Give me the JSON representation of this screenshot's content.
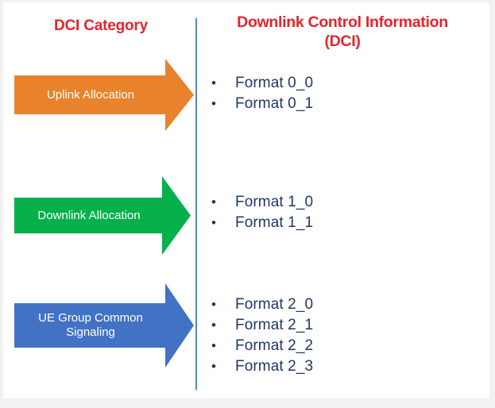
{
  "headers": {
    "left": "DCI Category",
    "right_line1": "Downlink Control Information",
    "right_line2": "(DCI)"
  },
  "colors": {
    "header_red": "#E8232A",
    "divider_blue": "#5B84C4",
    "text_navy": "#1F3864",
    "uplink_orange": "#E8822C",
    "downlink_green": "#06B04B",
    "uegroup_blue": "#4272C4",
    "background": "#f2f2f2",
    "slide": "#ffffff"
  },
  "categories": [
    {
      "id": "uplink",
      "label": "Uplink Allocation",
      "color": "#E8822C",
      "formats": [
        "Format 0_0",
        "Format 0_1"
      ]
    },
    {
      "id": "downlink",
      "label": "Downlink Allocation",
      "color": "#06B04B",
      "formats": [
        "Format 1_0",
        "Format 1_1"
      ]
    },
    {
      "id": "uegroup",
      "label": "UE Group Common\nSignaling",
      "color": "#4272C4",
      "formats": [
        "Format 2_0",
        "Format 2_1",
        "Format 2_2",
        "Format 2_3"
      ]
    }
  ],
  "bullet_glyph": "•"
}
